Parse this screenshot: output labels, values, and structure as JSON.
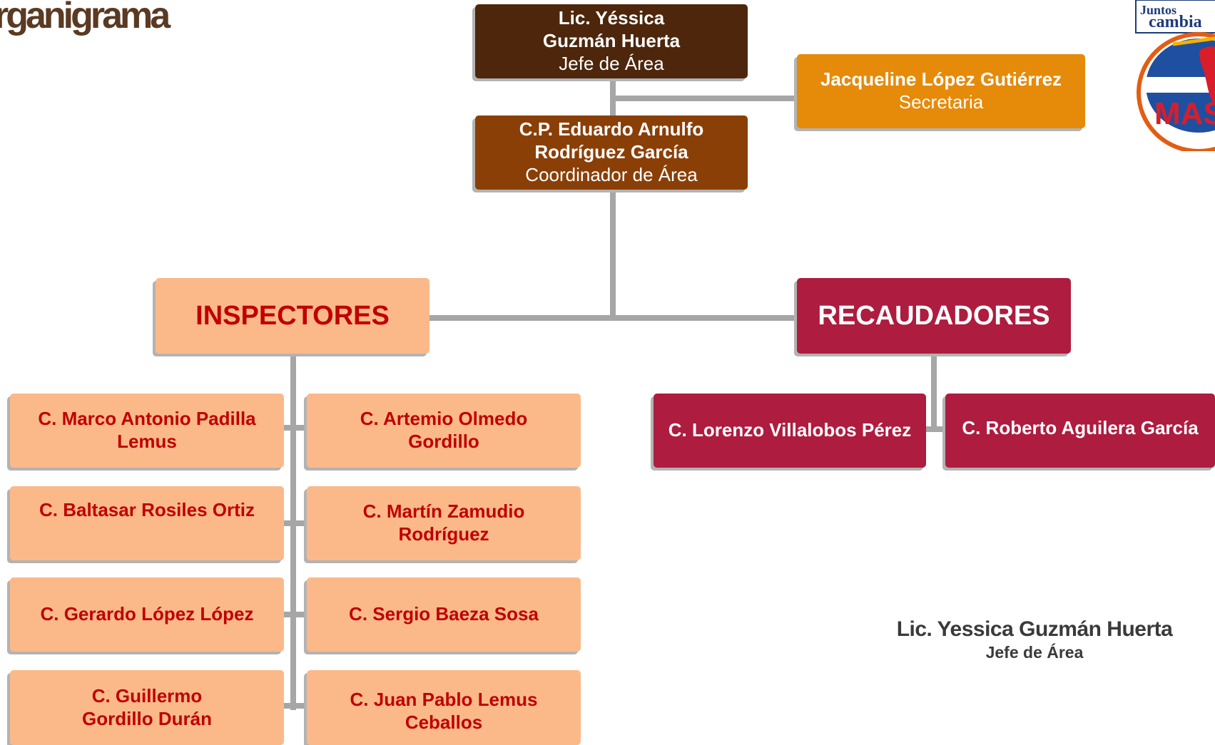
{
  "title": "rganigrama",
  "head": {
    "name_line1": "Lic. Yéssica",
    "name_line2": "Guzmán Huerta",
    "role": "Jefe de Área"
  },
  "secretary": {
    "name": "Jacqueline López Gutiérrez",
    "role": "Secretaria"
  },
  "coordinator": {
    "name_line1": "C.P. Eduardo Arnulfo",
    "name_line2": "Rodríguez García",
    "role": "Coordinador de Área"
  },
  "inspectors": {
    "label": "INSPECTORES",
    "members": [
      {
        "line1": "C. Marco Antonio Padilla",
        "line2": "Lemus"
      },
      {
        "line1": "C. Artemio Olmedo",
        "line2": "Gordillo"
      },
      {
        "line1": "C. Baltasar Rosiles Ortiz",
        "line2": ""
      },
      {
        "line1": "C. Martín Zamudio",
        "line2": "Rodríguez"
      },
      {
        "line1": "C. Gerardo López López",
        "line2": ""
      },
      {
        "line1": "C. Sergio Baeza Sosa",
        "line2": ""
      },
      {
        "line1": "C. Guillermo",
        "line2": "Gordillo Durán"
      },
      {
        "line1": "C. Juan Pablo Lemus",
        "line2": "Ceballos"
      }
    ]
  },
  "collectors": {
    "label": "RECAUDADORES",
    "members": [
      {
        "line1": "C. Lorenzo Villalobos Pérez"
      },
      {
        "line1": "C. Roberto Aguilera García"
      }
    ]
  },
  "signature": {
    "name": "Lic. Yessica Guzmán Huerta",
    "role": "Jefe de Área"
  },
  "logo": {
    "top_text": "Juntos",
    "top_text2": "cambia",
    "main_text": "MAS",
    "name": "juntos-cambiamos-mas-logo"
  },
  "colors": {
    "head": "#4d260b",
    "coordinator": "#8a3f07",
    "secretary": "#e68a0a",
    "inspectors": "#fbb98a",
    "inspector_text": "#c00000",
    "collectors": "#ae1c3f",
    "connector": "#a6a6a6"
  }
}
